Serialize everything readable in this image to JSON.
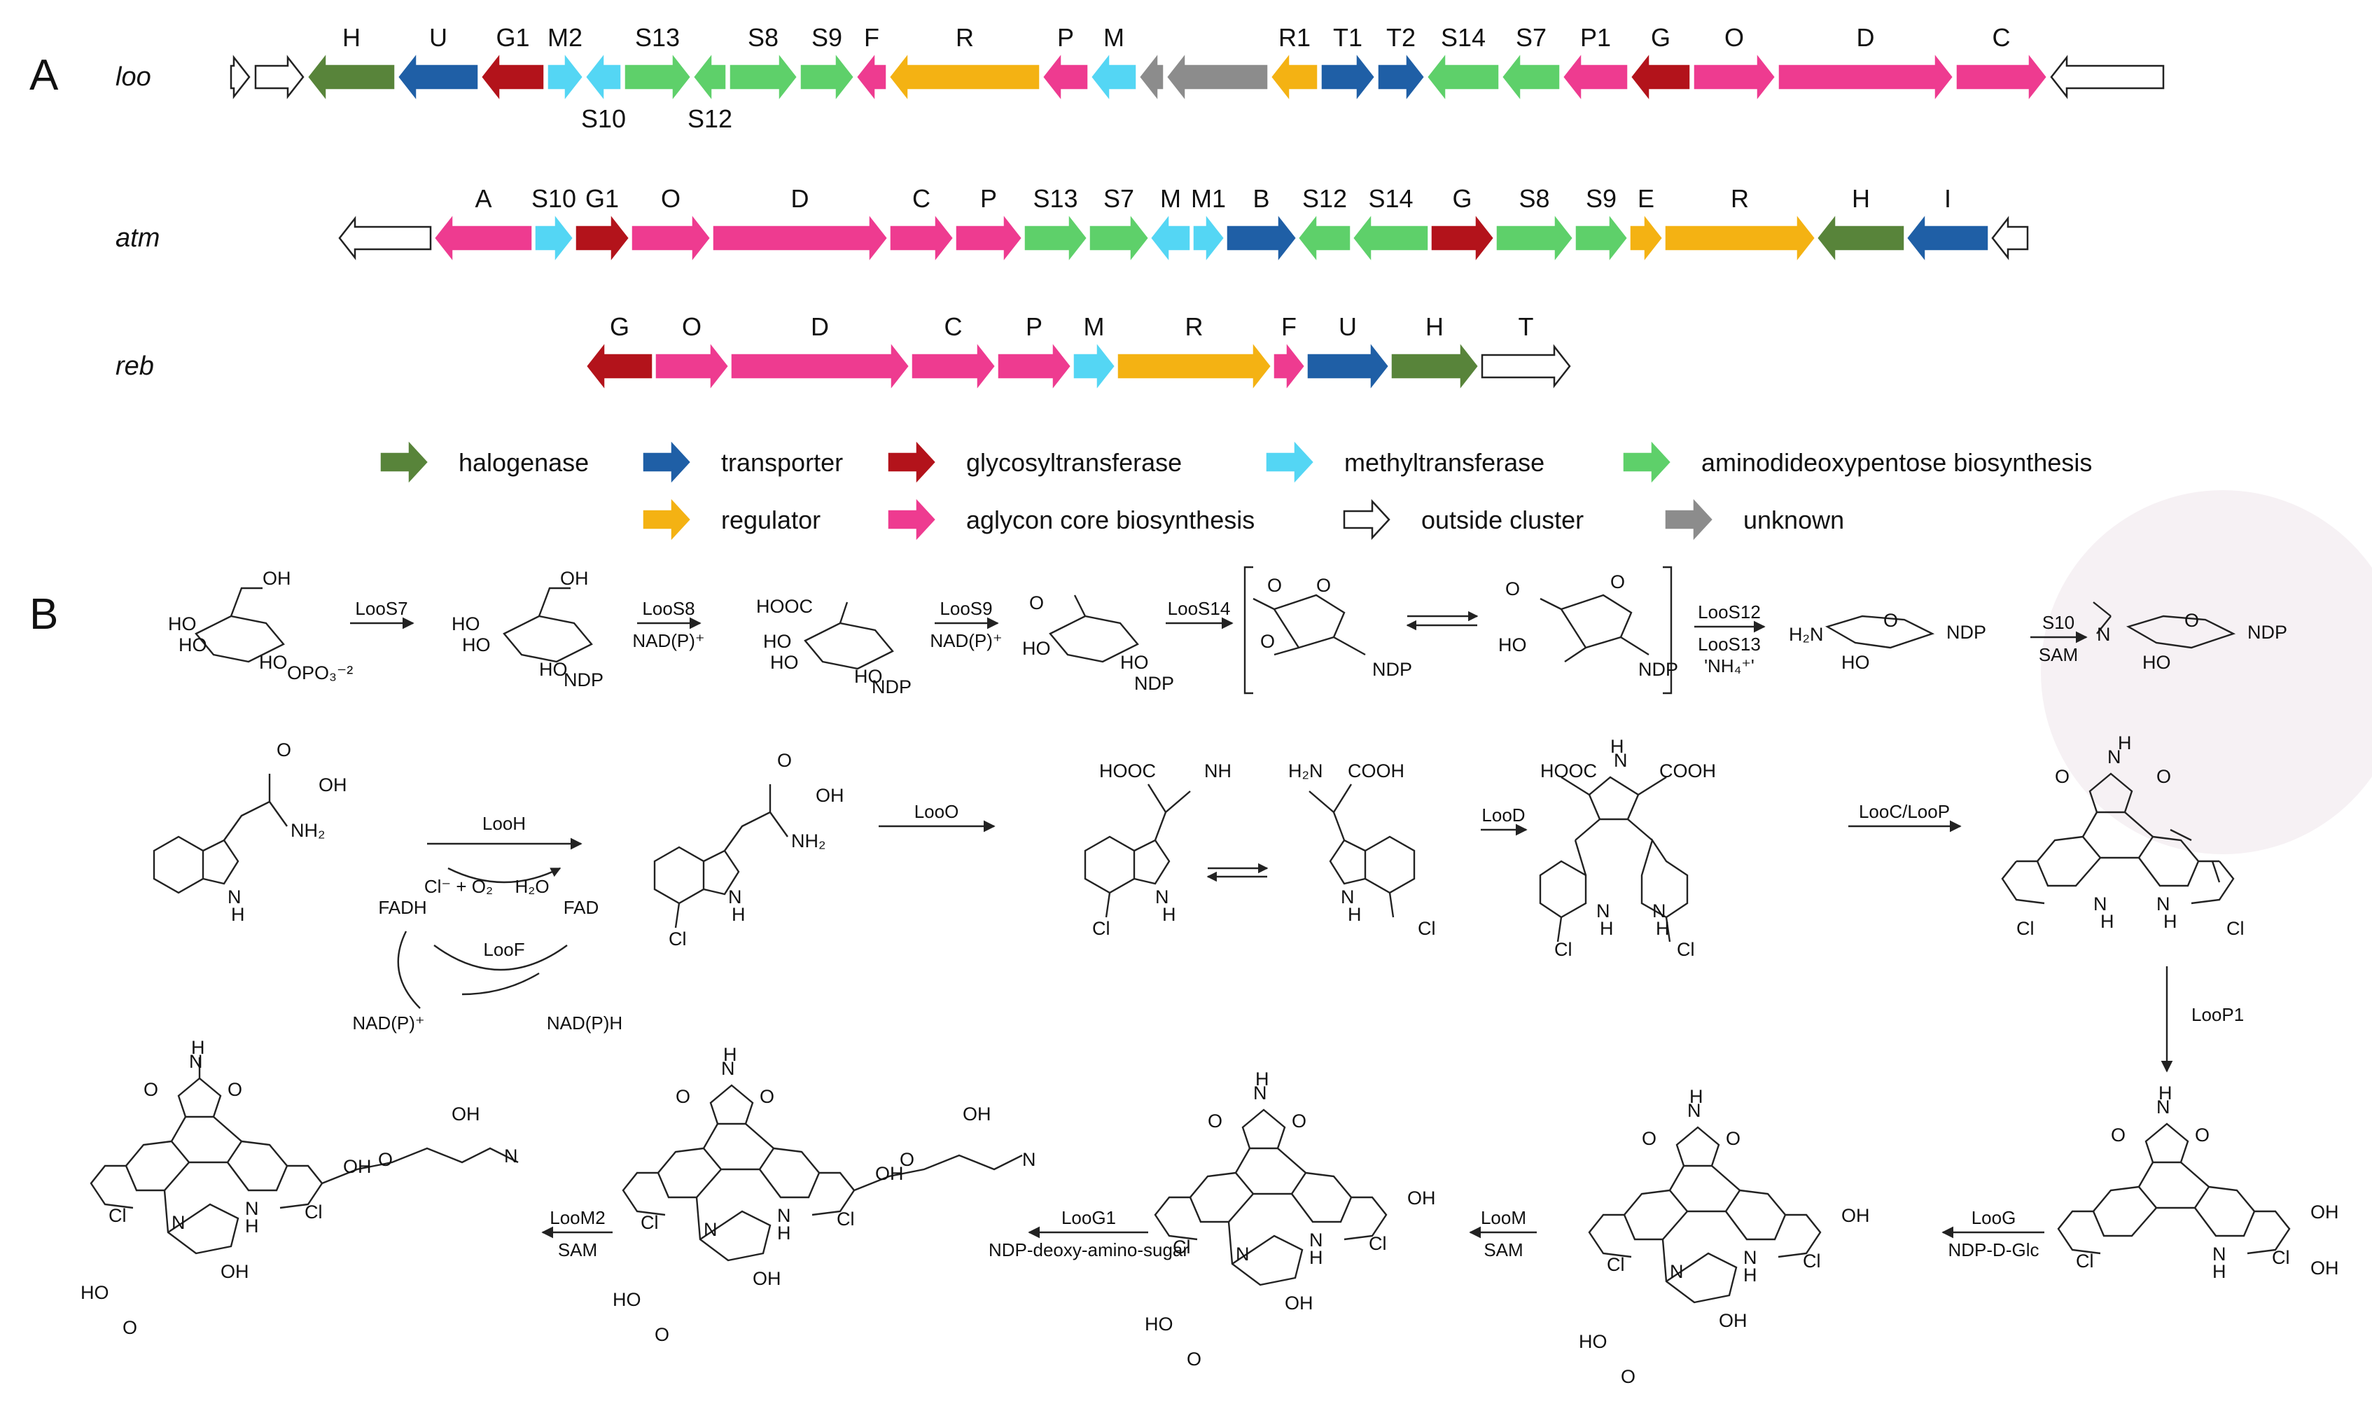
{
  "panel_a": {
    "label": "A",
    "colors": {
      "halogenase": "#58843a",
      "transporter": "#1f5fa6",
      "glycosyltransferase": "#b3131b",
      "methyltransferase": "#54d6f4",
      "aminodideoxypentose": "#5ed06a",
      "regulator": "#f4b213",
      "aglycon": "#ee3b90",
      "outside": "#ffffff",
      "unknown": "#8c8c8c"
    },
    "clusters": [
      {
        "name": "loo",
        "genes": [
          {
            "label": "",
            "type": "outside",
            "dir": "right"
          },
          {
            "label": "",
            "type": "outside",
            "dir": "right"
          },
          {
            "label": "H",
            "type": "halogenase",
            "dir": "left"
          },
          {
            "label": "U",
            "type": "transporter",
            "dir": "left"
          },
          {
            "label": "G1",
            "type": "glycosyltransferase",
            "dir": "left"
          },
          {
            "label": "M2",
            "type": "methyltransferase",
            "dir": "right"
          },
          {
            "label": "S10",
            "type": "methyltransferase",
            "dir": "left"
          },
          {
            "label": "S13",
            "type": "aminodideoxypentose",
            "dir": "right"
          },
          {
            "label": "S12",
            "type": "aminodideoxypentose",
            "dir": "left"
          },
          {
            "label": "S8",
            "type": "aminodideoxypentose",
            "dir": "right"
          },
          {
            "label": "S9",
            "type": "aminodideoxypentose",
            "dir": "right"
          },
          {
            "label": "F",
            "type": "aglycon",
            "dir": "left"
          },
          {
            "label": "R",
            "type": "regulator",
            "dir": "left"
          },
          {
            "label": "P",
            "type": "aglycon",
            "dir": "left"
          },
          {
            "label": "M",
            "type": "methyltransferase",
            "dir": "left"
          },
          {
            "label": "",
            "type": "unknown",
            "dir": "left"
          },
          {
            "label": "",
            "type": "unknown",
            "dir": "left"
          },
          {
            "label": "R1",
            "type": "regulator",
            "dir": "left"
          },
          {
            "label": "T1",
            "type": "transporter",
            "dir": "right"
          },
          {
            "label": "T2",
            "type": "transporter",
            "dir": "right"
          },
          {
            "label": "S14",
            "type": "aminodideoxypentose",
            "dir": "left"
          },
          {
            "label": "S7",
            "type": "aminodideoxypentose",
            "dir": "left"
          },
          {
            "label": "P1",
            "type": "aglycon",
            "dir": "left"
          },
          {
            "label": "G",
            "type": "glycosyltransferase",
            "dir": "left"
          },
          {
            "label": "O",
            "type": "aglycon",
            "dir": "right"
          },
          {
            "label": "D",
            "type": "aglycon",
            "dir": "right"
          },
          {
            "label": "C",
            "type": "aglycon",
            "dir": "right"
          },
          {
            "label": "",
            "type": "outside",
            "dir": "left"
          }
        ]
      },
      {
        "name": "atm",
        "genes": [
          {
            "label": "",
            "type": "outside",
            "dir": "left"
          },
          {
            "label": "A",
            "type": "aglycon",
            "dir": "left"
          },
          {
            "label": "S10",
            "type": "methyltransferase",
            "dir": "right"
          },
          {
            "label": "G1",
            "type": "glycosyltransferase",
            "dir": "right"
          },
          {
            "label": "O",
            "type": "aglycon",
            "dir": "right"
          },
          {
            "label": "D",
            "type": "aglycon",
            "dir": "right"
          },
          {
            "label": "C",
            "type": "aglycon",
            "dir": "right"
          },
          {
            "label": "P",
            "type": "aglycon",
            "dir": "right"
          },
          {
            "label": "S13",
            "type": "aminodideoxypentose",
            "dir": "right"
          },
          {
            "label": "S7",
            "type": "aminodideoxypentose",
            "dir": "right"
          },
          {
            "label": "M",
            "type": "methyltransferase",
            "dir": "left"
          },
          {
            "label": "M1",
            "type": "methyltransferase",
            "dir": "right"
          },
          {
            "label": "B",
            "type": "transporter",
            "dir": "right"
          },
          {
            "label": "S12",
            "type": "aminodideoxypentose",
            "dir": "left"
          },
          {
            "label": "S14",
            "type": "aminodideoxypentose",
            "dir": "left"
          },
          {
            "label": "G",
            "type": "glycosyltransferase",
            "dir": "right"
          },
          {
            "label": "S8",
            "type": "aminodideoxypentose",
            "dir": "right"
          },
          {
            "label": "S9",
            "type": "aminodideoxypentose",
            "dir": "right"
          },
          {
            "label": "E",
            "type": "regulator",
            "dir": "right"
          },
          {
            "label": "R",
            "type": "regulator",
            "dir": "right"
          },
          {
            "label": "H",
            "type": "halogenase",
            "dir": "left"
          },
          {
            "label": "I",
            "type": "transporter",
            "dir": "left"
          },
          {
            "label": "",
            "type": "outside",
            "dir": "left"
          }
        ]
      },
      {
        "name": "reb",
        "genes": [
          {
            "label": "G",
            "type": "glycosyltransferase",
            "dir": "left"
          },
          {
            "label": "O",
            "type": "aglycon",
            "dir": "right"
          },
          {
            "label": "D",
            "type": "aglycon",
            "dir": "right"
          },
          {
            "label": "C",
            "type": "aglycon",
            "dir": "right"
          },
          {
            "label": "P",
            "type": "aglycon",
            "dir": "right"
          },
          {
            "label": "M",
            "type": "methyltransferase",
            "dir": "right"
          },
          {
            "label": "R",
            "type": "regulator",
            "dir": "right"
          },
          {
            "label": "F",
            "type": "aglycon",
            "dir": "right"
          },
          {
            "label": "U",
            "type": "transporter",
            "dir": "right"
          },
          {
            "label": "H",
            "type": "halogenase",
            "dir": "right"
          },
          {
            "label": "T",
            "type": "outside",
            "dir": "right"
          }
        ]
      }
    ],
    "legend": [
      {
        "type": "halogenase",
        "label": "halogenase"
      },
      {
        "type": "transporter",
        "label": "transporter"
      },
      {
        "type": "glycosyltransferase",
        "label": "glycosyltransferase"
      },
      {
        "type": "methyltransferase",
        "label": "methyltransferase"
      },
      {
        "type": "aminodideoxypentose",
        "label": "aminodideoxypentose  biosynthesis"
      },
      {
        "type": "regulator",
        "label": "regulator"
      },
      {
        "type": "aglycon",
        "label": "aglycon core biosynthesis"
      },
      {
        "type": "outside",
        "label": "outside cluster"
      },
      {
        "type": "unknown",
        "label": "unknown"
      }
    ]
  },
  "panel_b": {
    "label": "B",
    "sugar_steps": [
      {
        "enzyme": "LooS7",
        "cofactor": ""
      },
      {
        "enzyme": "LooS8",
        "cofactor": "NAD(P)⁺"
      },
      {
        "enzyme": "LooS9",
        "cofactor": "NAD(P)⁺"
      },
      {
        "enzyme": "LooS14",
        "cofactor": ""
      },
      {
        "enzyme": "LooS12",
        "cofactor": "LooS13"
      },
      {
        "enzyme": "S10",
        "cofactor": "SAM"
      }
    ],
    "sugar_extra": {
      "nh4": "'NH₄⁺'"
    },
    "sugar_labels": [
      "OH",
      "HO",
      "HO",
      "HO",
      "OPO₃⁻²",
      "OH",
      "HO",
      "HO",
      "HO",
      "NDP",
      "HOOC",
      "HO",
      "HO",
      "HO",
      "NDP",
      "O",
      "HO",
      "HO",
      "NDP",
      "O",
      "O",
      "O",
      "NDP",
      "O",
      "HO",
      "O",
      "NDP",
      "H₂N",
      "O",
      "NDP",
      "HO",
      "N",
      "O",
      "NDP",
      "HO"
    ],
    "core_steps": [
      {
        "enzyme": "LooH",
        "cofactor": ""
      },
      {
        "enzyme": "LooO",
        "cofactor": ""
      },
      {
        "enzyme": "LooD",
        "cofactor": ""
      },
      {
        "enzyme": "LooC/LooP",
        "cofactor": ""
      },
      {
        "enzyme": "LooP1",
        "cofactor": ""
      }
    ],
    "flavin_cycle": {
      "cl": "Cl⁻ + O₂",
      "h2o": "H₂O",
      "fadh": "FADH",
      "fad": "FAD",
      "loof": "LooF",
      "nadp_plus": "NAD(P)⁺",
      "nadph": "NAD(P)H"
    },
    "core_labels": [
      "OH",
      "O",
      "NH₂",
      "N",
      "H",
      "OH",
      "O",
      "NH₂",
      "Cl",
      "N",
      "H",
      "HOOC",
      "NH",
      "Cl",
      "N",
      "H",
      "H₂N",
      "COOH",
      "Cl",
      "N",
      "H",
      "HOOC",
      "COOH",
      "N",
      "H",
      "Cl",
      "N",
      "H",
      "N",
      "H",
      "Cl",
      "O",
      "O",
      "N",
      "H",
      "Cl",
      "N",
      "H",
      "N",
      "H",
      "Cl"
    ],
    "final_steps": [
      {
        "enzyme": "LooG",
        "cofactor": "NDP-D-Glc"
      },
      {
        "enzyme": "LooM",
        "cofactor": "SAM"
      },
      {
        "enzyme": "LooG1",
        "cofactor": "NDP-deoxy-amino-sugar"
      },
      {
        "enzyme": "LooM2",
        "cofactor": "SAM"
      }
    ],
    "final_labels": {
      "ring": [
        "O",
        "N",
        "H",
        "O"
      ],
      "nh": [
        "N",
        "H"
      ],
      "n": "N",
      "oh": "OH",
      "ho": "HO",
      "cl": "Cl",
      "o": "O"
    }
  }
}
